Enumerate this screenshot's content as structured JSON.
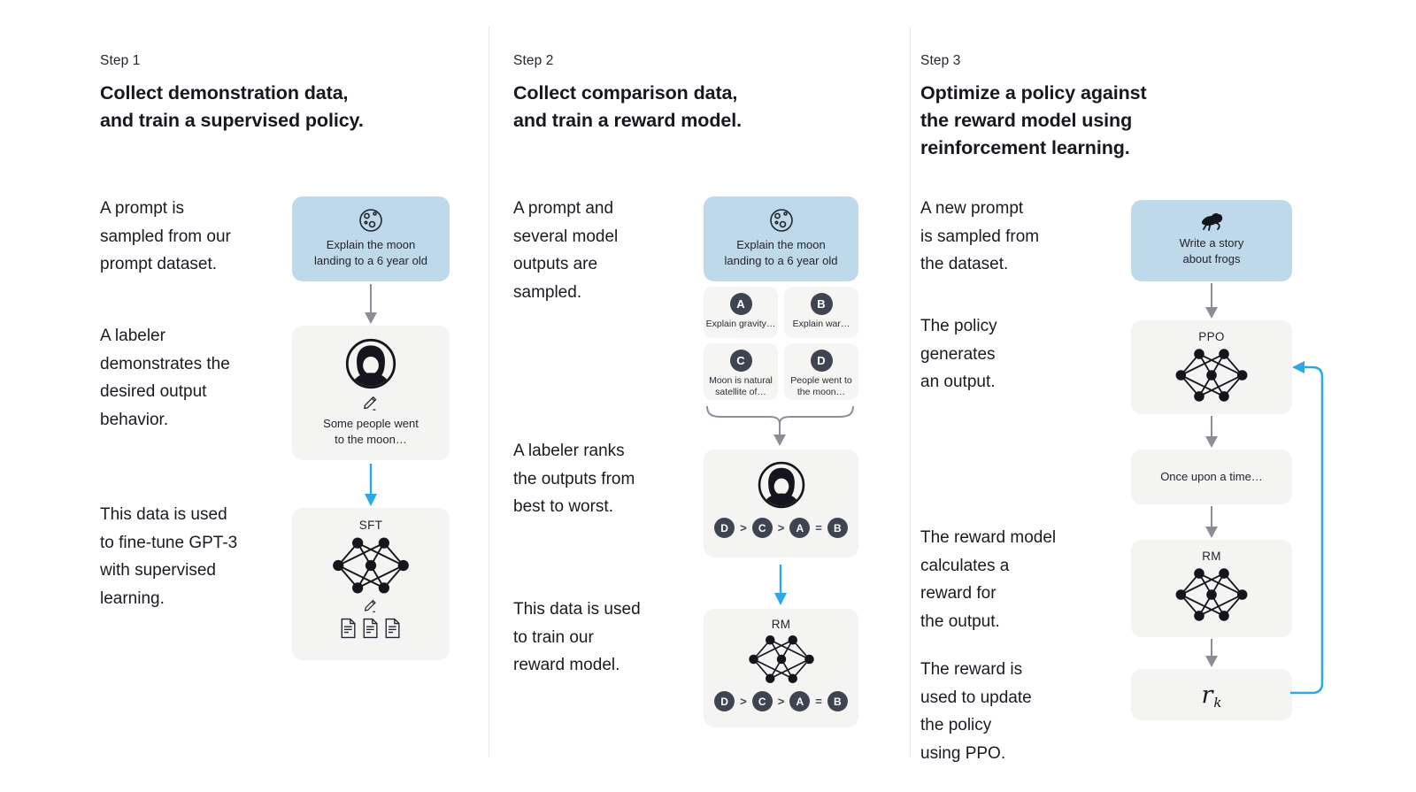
{
  "palette": {
    "prompt_box_blue": "#bed9ea",
    "model_box_gray": "#f4f4f2",
    "badge_dark": "#3e4450",
    "flow_arrow_gray": "#8b8e98",
    "train_arrow_blue": "#29a9e8",
    "text_dark": "#17181f",
    "divider": "#e8e8e8"
  },
  "steps": [
    {
      "label": "Step 1",
      "title": "Collect demonstration data,\nand train a supervised policy.",
      "annotations": {
        "prompt": "A prompt is\nsampled from our\nprompt dataset.",
        "labeler": "A labeler\ndemonstrates the\ndesired output\nbehavior.",
        "data_use": "This data is used\nto fine-tune GPT-3\nwith supervised\nlearning."
      },
      "prompt_box": {
        "icon": "moon-icon",
        "text": "Explain the moon\nlanding to a 6 year old"
      },
      "labeler_box": {
        "text": "Some people went\nto the moon…"
      },
      "model_box": {
        "label": "SFT"
      }
    },
    {
      "label": "Step 2",
      "title": "Collect comparison data,\nand train a reward model.",
      "annotations": {
        "prompt": "A prompt and\nseveral model\noutputs are\nsampled.",
        "labeler": "A labeler ranks\nthe outputs from\nbest to worst.",
        "data_use": "This data is used\nto train our\nreward model."
      },
      "prompt_box": {
        "icon": "moon-icon",
        "text": "Explain the moon\nlanding to a 6 year old"
      },
      "outputs": [
        {
          "id": "A",
          "text": "Explain gravity…"
        },
        {
          "id": "B",
          "text": "Explain war…"
        },
        {
          "id": "C",
          "text": "Moon is natural\nsatellite of…"
        },
        {
          "id": "D",
          "text": "People went to\nthe moon…"
        }
      ],
      "ranking": {
        "items": [
          "D",
          "C",
          "A",
          "B"
        ],
        "separators": [
          ">",
          ">",
          "="
        ]
      },
      "model_box": {
        "label": "RM"
      }
    },
    {
      "label": "Step 3",
      "title": "Optimize a policy against\nthe reward model using\nreinforcement learning.",
      "annotations": {
        "prompt": "A new prompt\nis sampled from\nthe dataset.",
        "policy": "The policy\ngenerates\nan output.",
        "reward": "The reward model\ncalculates a\nreward for\nthe output.",
        "update": "The reward is\nused to update\nthe policy\nusing PPO."
      },
      "prompt_box": {
        "icon": "frog-icon",
        "text": "Write a story\nabout frogs"
      },
      "policy_box": {
        "label": "PPO"
      },
      "output_box": {
        "text": "Once upon a time…"
      },
      "reward_box": {
        "label": "RM"
      },
      "reward_value": {
        "base": "r",
        "subscript": "k"
      }
    }
  ]
}
